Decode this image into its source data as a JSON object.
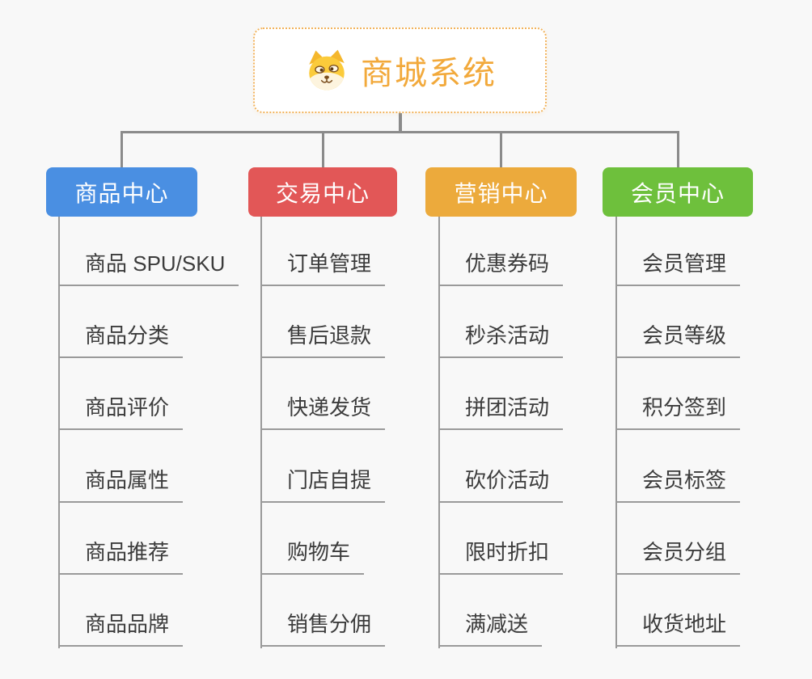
{
  "root": {
    "title": "商城系统",
    "icon": "dog-face-icon",
    "accent_color": "#f2a93b",
    "border_color": "#f2b35c"
  },
  "line_color": "#8b8b8b",
  "background_color": "#f8f8f8",
  "branches": [
    {
      "label": "商品中心",
      "color": "#4a8fe2",
      "items": [
        "商品 SPU/SKU",
        "商品分类",
        "商品评价",
        "商品属性",
        "商品推荐",
        "商品品牌"
      ]
    },
    {
      "label": "交易中心",
      "color": "#e25757",
      "items": [
        "订单管理",
        "售后退款",
        "快递发货",
        "门店自提",
        "购物车",
        "销售分佣"
      ]
    },
    {
      "label": "营销中心",
      "color": "#ecaa3c",
      "items": [
        "优惠券码",
        "秒杀活动",
        "拼团活动",
        "砍价活动",
        "限时折扣",
        "满减送"
      ]
    },
    {
      "label": "会员中心",
      "color": "#6ec03c",
      "items": [
        "会员管理",
        "会员等级",
        "积分签到",
        "会员标签",
        "会员分组",
        "收货地址"
      ]
    }
  ]
}
